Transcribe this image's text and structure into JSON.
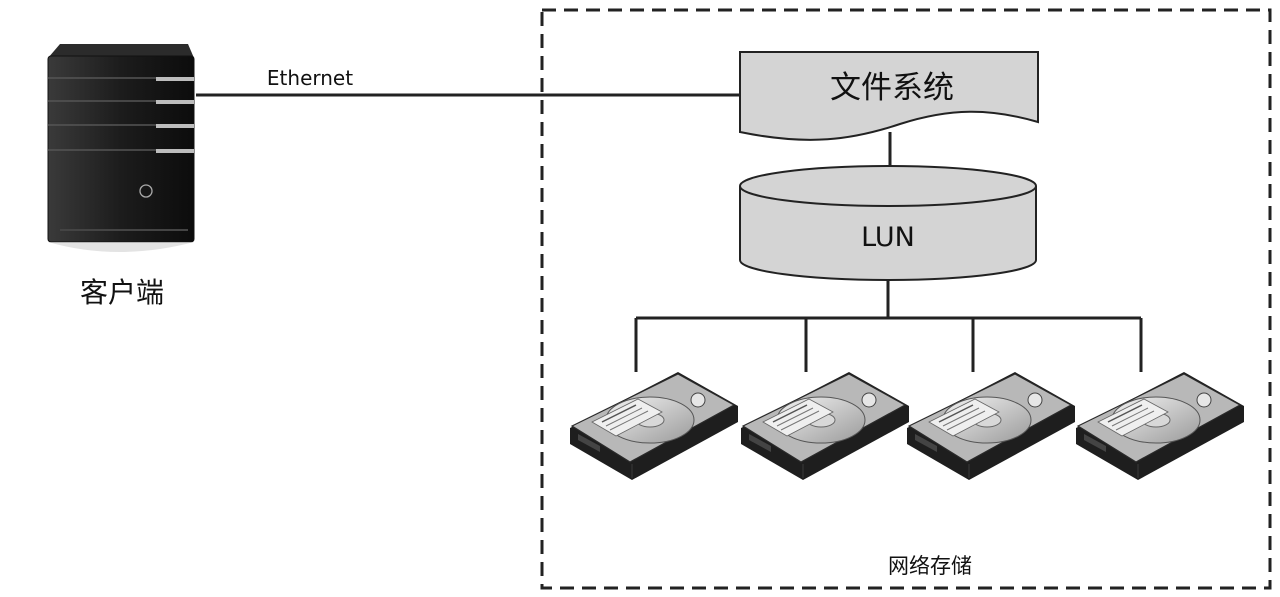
{
  "client": {
    "label": "客户端",
    "icon": "tower-server-icon"
  },
  "link": {
    "label": "Ethernet"
  },
  "storage": {
    "label": "网络存储",
    "filesystem_label": "文件系统",
    "lun_label": "LUN",
    "disk_icon": "hard-disk-icon",
    "disks": [
      {
        "id": "disk-1"
      },
      {
        "id": "disk-2"
      },
      {
        "id": "disk-3"
      },
      {
        "id": "disk-4"
      }
    ]
  },
  "colors": {
    "line": "#222222",
    "shape_fill": "#d4d4d4",
    "text": "#111111"
  }
}
